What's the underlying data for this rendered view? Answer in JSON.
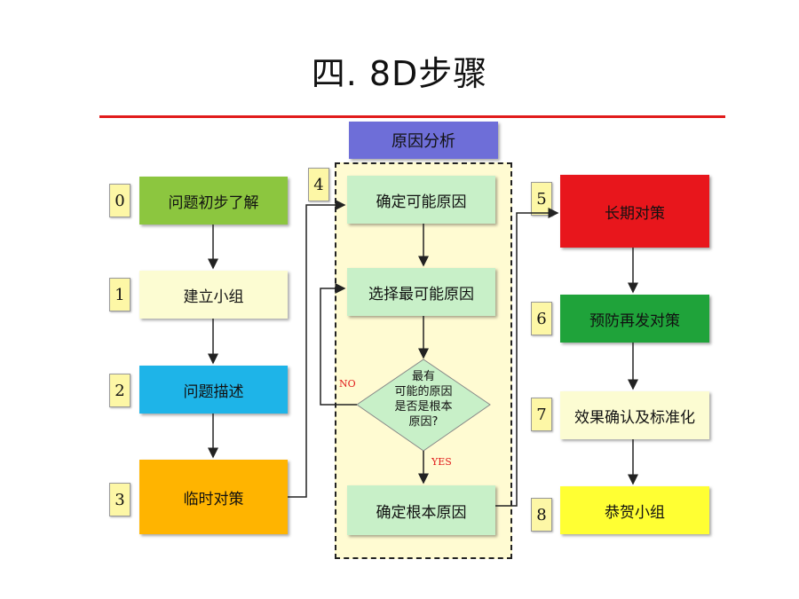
{
  "title": "四. 8D步骤",
  "analysis_header": "原因分析",
  "left_steps": [
    {
      "num": "0",
      "label": "问题初步了解",
      "color": "#8cc63f"
    },
    {
      "num": "1",
      "label": "建立小组",
      "color": "#fcfcd2"
    },
    {
      "num": "2",
      "label": "问题描述",
      "color": "#1eb4e8"
    },
    {
      "num": "3",
      "label": "临时对策",
      "color": "#ffb400"
    }
  ],
  "middle": {
    "num": "4",
    "steps": [
      "确定可能原因",
      "选择最可能原因"
    ],
    "decision_lines": [
      "最有",
      "可能的原因",
      "是否是根本",
      "原因?"
    ],
    "no_label": "NO",
    "yes_label": "YES",
    "final": "确定根本原因",
    "box_color": "#c8f0c8"
  },
  "right_steps": [
    {
      "num": "5",
      "label": "长期对策",
      "color": "#e8161c"
    },
    {
      "num": "6",
      "label": "预防再发对策",
      "color": "#1fa33a"
    },
    {
      "num": "7",
      "label": "效果确认及标准化",
      "color": "#fcfcd2"
    },
    {
      "num": "8",
      "label": "恭贺小组",
      "color": "#ffff33"
    }
  ]
}
